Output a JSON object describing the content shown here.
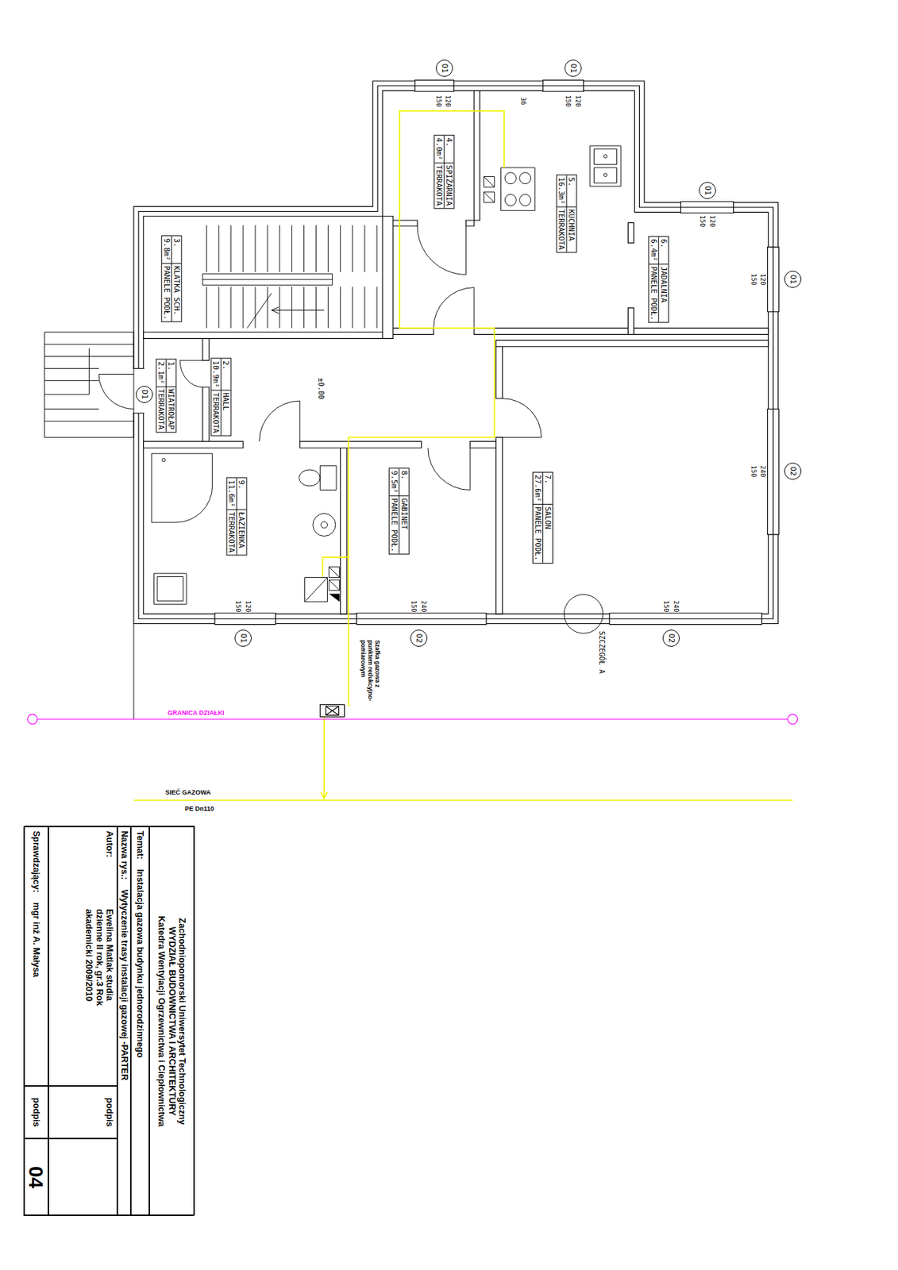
{
  "diagram": {
    "nodes": [
      {
        "text": [
          "O1"
        ]
      },
      {
        "text": [
          "O1"
        ]
      },
      {
        "text": [
          "4.",
          "SPIŻARNIA",
          "4.0m²",
          "TERRAKOTA"
        ]
      },
      {
        "text": [
          "O1"
        ]
      },
      {
        "text": [
          "5.",
          "KUCHNIA",
          "16.3m²",
          "TERRAKOTA"
        ]
      },
      {
        "text": [
          "3.",
          "KLATKA SCH.",
          "9.8m²",
          "PANELE PODŁ."
        ]
      },
      {
        "text": [
          "6.",
          "JADALNIA",
          "6.4m²",
          "PANELE PODŁ."
        ]
      },
      {
        "text": [
          "O1"
        ]
      },
      {
        "text": [
          "D1"
        ]
      },
      {
        "text": [
          "1.",
          "WIATROŁAP",
          "2.1m²",
          "TERRAKOTA"
        ]
      },
      {
        "text": [
          "2.",
          "HALL",
          "10.9m²",
          "TERRAKOTA"
        ]
      },
      {
        "text": [
          "O2"
        ]
      },
      {
        "text": [
          "9.",
          "ŁAZIENKA",
          "11.6m²",
          "TERRAKOTA"
        ]
      },
      {
        "text": [
          "8.",
          "GABINET",
          "9.5m²",
          "PANELE PODŁ."
        ]
      },
      {
        "text": [
          "7.",
          "SALON",
          "27.6m²",
          "PANELE PODŁ."
        ]
      },
      {
        "text": [
          "O1"
        ]
      },
      {
        "text": [
          "O2"
        ]
      },
      {
        "text": [
          "O2"
        ]
      },
      {
        "text": [
          "Zachodniopomorski Uniwersytet Technologiczny",
          "WYDZIAŁ BUDOWNICTWA I ARCHITEKTURY",
          "Katedra Wentylacji Ogrzewnictwa i Ciepłownictwa"
        ]
      },
      {
        "text": [
          "Temat:",
          "Instalacja gazowa budynku jednorodzinnego"
        ]
      },
      {
        "text": [
          "Nazwa rys.:",
          "Wytyczenie trasy instalacji gazowej -PARTER"
        ]
      },
      {
        "text": [
          "Autor:",
          "Ewelina Matlak studia dzienne II rok, gr.3 Rok akademicki 2009/2010"
        ]
      },
      {
        "text": [
          "podpis"
        ]
      },
      {
        "text": [
          "Sprawdzający:",
          "mgr inż A. Małysa"
        ]
      },
      {
        "text": [
          "podpis"
        ]
      },
      {
        "text": [
          "04"
        ]
      }
    ],
    "labels": [
      "36",
      "120",
      "150",
      "120",
      "150",
      "120",
      "150",
      "120",
      "150",
      "240",
      "150",
      "±0.00",
      "120",
      "150",
      "240",
      "150",
      "240",
      "150",
      "SZCZEGÓŁ A",
      "Szafka gazowa z punktem redukcyjno-pomiarowym",
      "GRANICA DZIAŁKI",
      "SIEĆ GAZOWA",
      "PE Dn110"
    ]
  }
}
